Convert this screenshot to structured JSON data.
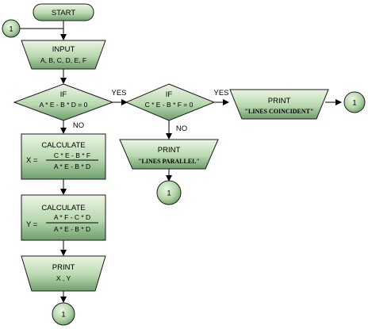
{
  "colors": {
    "node_fill_light": "#e8f5df",
    "node_fill_dark": "#7da97c",
    "stroke": "#1a1a1a",
    "line": "#000000"
  },
  "nodes": {
    "start": "START",
    "connector": "1",
    "input": {
      "title": "INPUT",
      "vars": "A, B, C, D, E, F"
    },
    "if1": {
      "title": "IF",
      "cond": "A * E - B * D = 0"
    },
    "if2": {
      "title": "IF",
      "cond": "C * E - B * F = 0"
    },
    "print_coincident": {
      "title": "PRINT",
      "text": "\"LINES COINCIDENT\""
    },
    "print_parallel": {
      "title": "PRINT",
      "text": "\"LINES PARALLEL\""
    },
    "calc_x": {
      "title": "CALCULATE",
      "lhs": "X =",
      "num": "C * E - B * F",
      "den": "A * E - B * D"
    },
    "calc_y": {
      "title": "CALCULATE",
      "lhs": "Y =",
      "num": "A * F - C * D",
      "den": "A * E - B * D"
    },
    "print_xy": {
      "title": "PRINT",
      "vars": "X , Y"
    }
  },
  "edges": {
    "yes": "YES",
    "no": "NO"
  }
}
